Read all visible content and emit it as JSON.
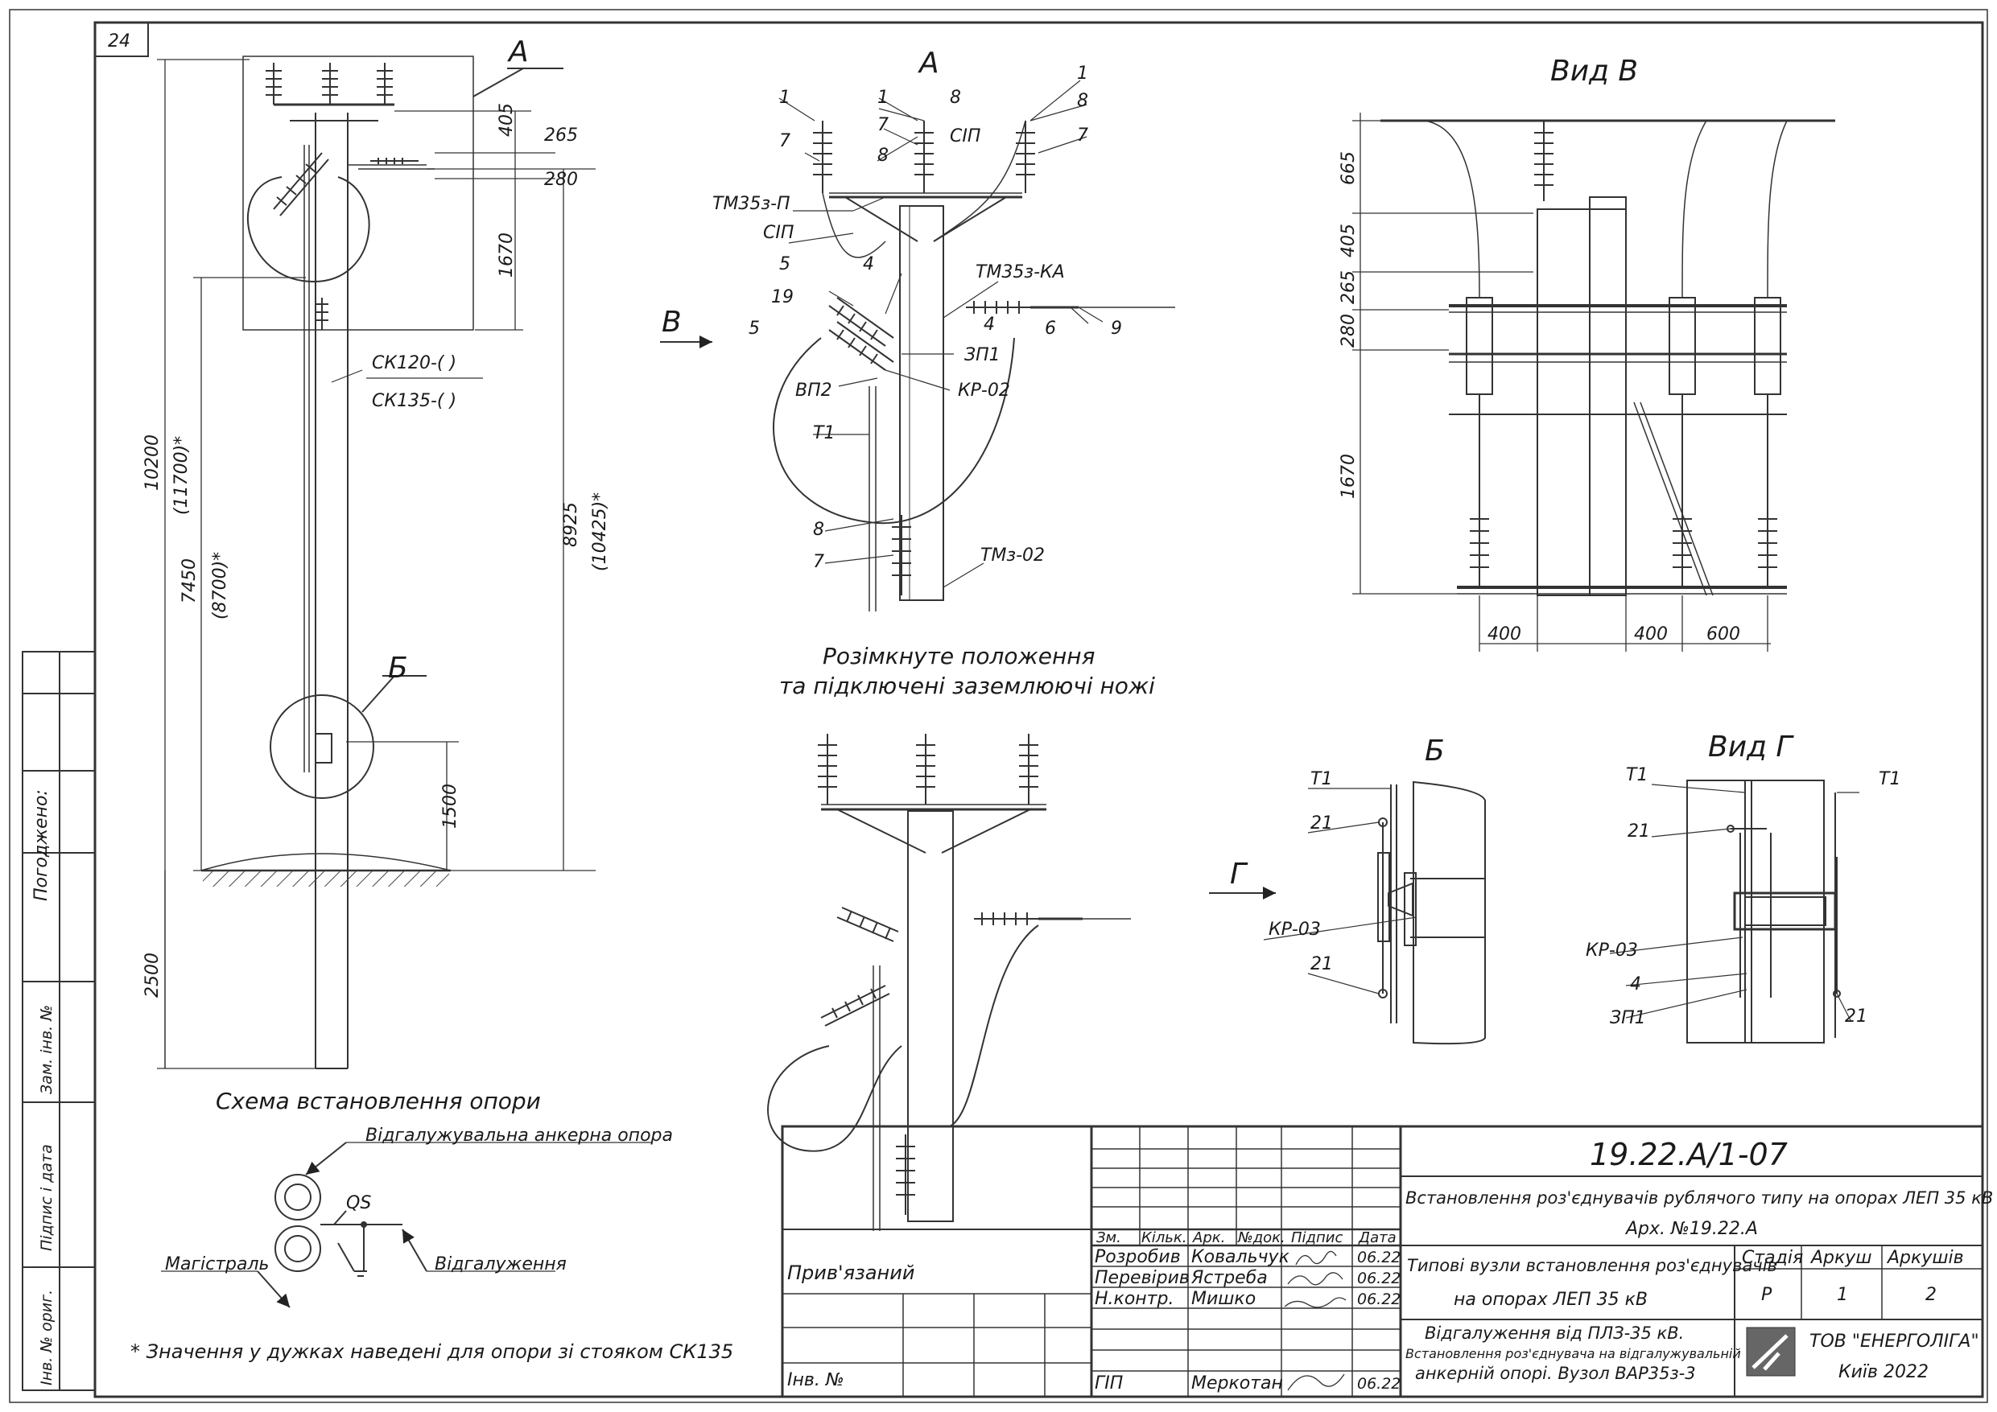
{
  "sheet": {
    "number": "24"
  },
  "side_stamp": {
    "agreed": "Погоджено:",
    "replace_inv": "Зам. інв. №",
    "sign_date": "Підпис і дата",
    "orig_inv": "Інв. № ориг."
  },
  "view_schema": {
    "callout_a": "А",
    "callout_b": "Б",
    "dims": {
      "d405": "405",
      "d265": "265",
      "d280": "280",
      "d1670": "1670",
      "d10200": "10200",
      "d11700": "(11700)*",
      "d7450": "7450",
      "d8700": "(8700)*",
      "d8925": "8925",
      "d10425": "(10425)*",
      "d1500": "1500",
      "d2500": "2500"
    },
    "pole_labels": [
      "СК120-(   )",
      "СК135-(   )"
    ],
    "caption": "Схема встановлення опори"
  },
  "view_a": {
    "title": "А",
    "arrow_label": "В",
    "labels": {
      "n1a": "1",
      "n1b": "1",
      "n1c": "1",
      "n7a": "7",
      "n7b": "7",
      "n7c": "7",
      "n7d": "7",
      "n8a": "8",
      "n8b": "8",
      "n8c": "8",
      "n8d": "8",
      "sip1": "СІП",
      "sip2": "СІП",
      "tm35p": "ТМ35з-П",
      "tm35ka": "ТМ35з-КА",
      "n4a": "4",
      "n4b": "4",
      "n5a": "5",
      "n5b": "5",
      "n19": "19",
      "n6": "6",
      "n9": "9",
      "zp1": "ЗП1",
      "vp2": "ВП2",
      "kr02": "КР-02",
      "t1": "Т1",
      "tm02": "ТМз-02"
    }
  },
  "open_position": {
    "caption_line1": "Розімкнуте положення",
    "caption_line2": "та підключені заземлюючі ножі"
  },
  "view_v": {
    "title": "Вид В",
    "dims": {
      "v665": "665",
      "v405": "405",
      "v265": "265",
      "v280": "280",
      "v1670": "1670",
      "h400a": "400",
      "h400b": "400",
      "h600": "600"
    }
  },
  "view_b": {
    "title": "Б",
    "arrow_label": "Г",
    "labels": {
      "t1": "Т1",
      "n21a": "21",
      "kr03": "КР-03",
      "n21b": "21"
    }
  },
  "view_g": {
    "title": "Вид Г",
    "labels": {
      "t1a": "Т1",
      "t1b": "Т1",
      "n21a": "21",
      "kr03": "КР-03",
      "n4": "4",
      "zp1": "ЗП1",
      "n21b": "21"
    }
  },
  "single_line": {
    "qs": "QS",
    "branch_pole": "Відгалужувальна анкерна опора",
    "main_line": "Магістраль",
    "branch": "Відгалуження"
  },
  "footnote": "* Значення у дужках наведені для опори зі стояком СК135",
  "title_block": {
    "code": "19.22.А/1-07",
    "main_title": "Встановлення роз'єднувачів рублячого типу на опорах ЛЕП 35 кВ",
    "arch_no": "Арх. №19.22.А",
    "col_headers": [
      "Зм.",
      "Кільк.",
      "Арк.",
      "№док.",
      "Підпис",
      "Дата"
    ],
    "bound": "Прив'язаний",
    "inv_no": "Інв. №",
    "staff": [
      {
        "role": "Розробив",
        "name": "Ковальчук",
        "date": "06.22"
      },
      {
        "role": "Перевірив",
        "name": "Ястреба",
        "date": "06.22"
      },
      {
        "role": "Н.контр.",
        "name": "Мишко",
        "date": "06.22"
      },
      {
        "role": "ГІП",
        "name": "Меркотан",
        "date": "06.22"
      }
    ],
    "doc_title_1": "Типові вузли встановлення роз'єднувачів",
    "doc_title_2": "на опорах ЛЕП 35 кВ",
    "stage_h": "Стадія",
    "sheet_h": "Аркуш",
    "sheets_h": "Аркушів",
    "stage": "Р",
    "sheet": "1",
    "sheets": "2",
    "node_1": "Відгалуження від ПЛЗ-35 кВ.",
    "node_2": "Встановлення роз'єднувача на відгалужувальній",
    "node_3": "анкерній опорі. Вузол ВАР35з-3",
    "company": "ТОВ \"ЕНЕРГОЛІГА\"",
    "city": "Київ 2022"
  }
}
